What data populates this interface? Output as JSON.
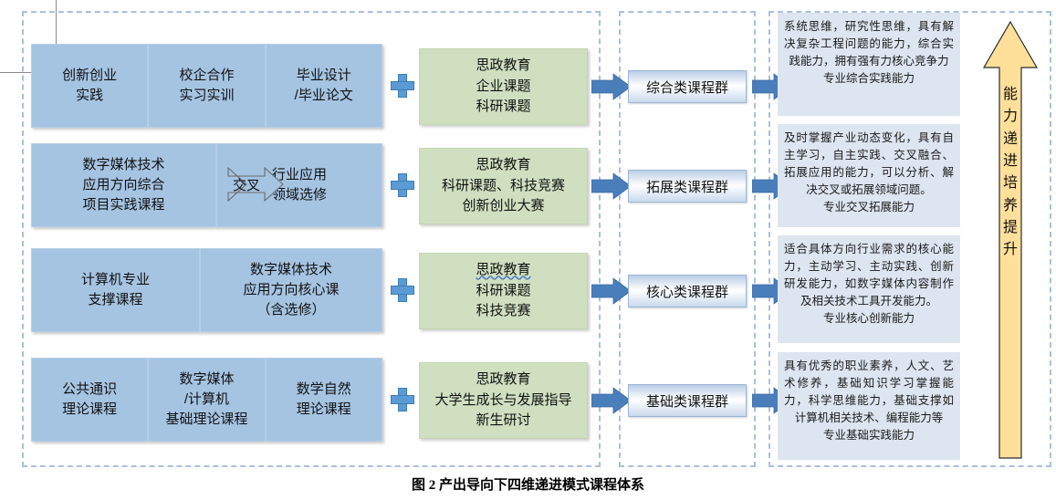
{
  "caption": "图 2 产出导向下四维递进模式课程体系",
  "colors": {
    "course_box_blue": "#a5c4e2",
    "ideology_green": "#cfdfc0",
    "chip_blue": "#bccfe6",
    "outcome_panel": "#dde5f0",
    "arrow_gold": "#ffe09a",
    "arrow_blue": "#4a7ebb",
    "dashed_border": "#a9c0dd"
  },
  "courses": {
    "rows": [
      {
        "boxes": [
          "创新创业\n实践",
          "校企合作\n实习实训",
          "毕业设计\n/毕业论文"
        ]
      },
      {
        "boxes": [
          "数字媒体技术\n应用方向综合\n项目实践课程",
          "行业应用\n领域选修"
        ],
        "cross_label": "交叉"
      },
      {
        "boxes": [
          "计算机专业\n支撑课程",
          "数字媒体技术\n应用方向核心课\n（含选修）"
        ]
      },
      {
        "boxes": [
          "公共通识\n理论课程",
          "数字媒体\n/计算机\n基础理论课程",
          "数学自然\n理论课程"
        ]
      }
    ]
  },
  "ideology": {
    "boxes": [
      {
        "lines": [
          "思政教育",
          "企业课题",
          "科研课题"
        ],
        "underline_first": false
      },
      {
        "lines": [
          "思政教育",
          "科研课题、科技竞赛",
          "创新创业大赛"
        ],
        "underline_first": false
      },
      {
        "lines": [
          "思政教育",
          "科研课题",
          "科技竞赛"
        ],
        "underline_first": true
      },
      {
        "lines": [
          "思政教育",
          "大学生成长与发展指导",
          "新生研讨"
        ],
        "underline_first": false
      }
    ]
  },
  "groups": {
    "chips": [
      "综合类课程群",
      "拓展类课程群",
      "核心类课程群",
      "基础类课程群"
    ]
  },
  "outcomes": {
    "boxes": [
      {
        "body": "系统思维，研究性思维，具有解决复杂工程问题的能力，综合实践能力，拥有强有力核心竞争力",
        "summary": "专业综合实践能力"
      },
      {
        "body": "及时掌握产业动态变化，具有自主学习，自主实践、交叉融合、拓展应用的能力，可以分析、解决交叉或拓展领域问题。",
        "summary": "专业交叉拓展能力"
      },
      {
        "body": "适合具体方向行业需求的核心能力，主动学习、主动实践、创新研发能力，如数字媒体内容制作及相关技术工具开发能力。",
        "summary": "专业核心创新能力"
      },
      {
        "body": "具有优秀的职业素养，人文、艺术修养，基础知识学习掌握能力，科学思维能力，基础支撑如计算机相关技术、编程能力等",
        "summary": "专业基础实践能力"
      }
    ]
  },
  "progression_arrow": {
    "characters": [
      "能",
      "力",
      "递",
      "进",
      "培",
      "养",
      "提",
      "升"
    ]
  }
}
